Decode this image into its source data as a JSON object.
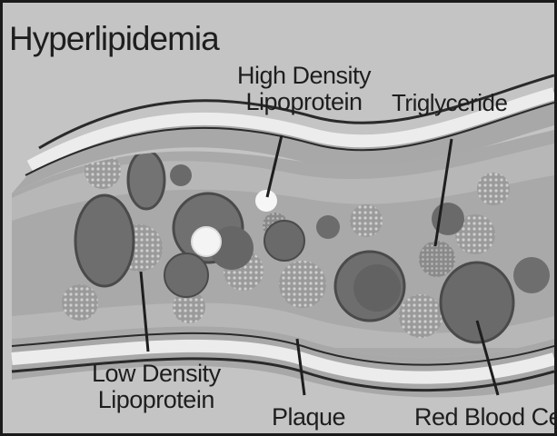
{
  "diagram": {
    "title": "Hyperlipidemia",
    "labels": {
      "hdl_line1": "High Density",
      "hdl_line2": "Lipoprotein",
      "triglyceride": "Triglyceride",
      "ldl_line1": "Low Density",
      "ldl_line2": "Lipoprotein",
      "plaque": "Plaque",
      "red_blood_cell": "Red Blood Cell"
    }
  }
}
